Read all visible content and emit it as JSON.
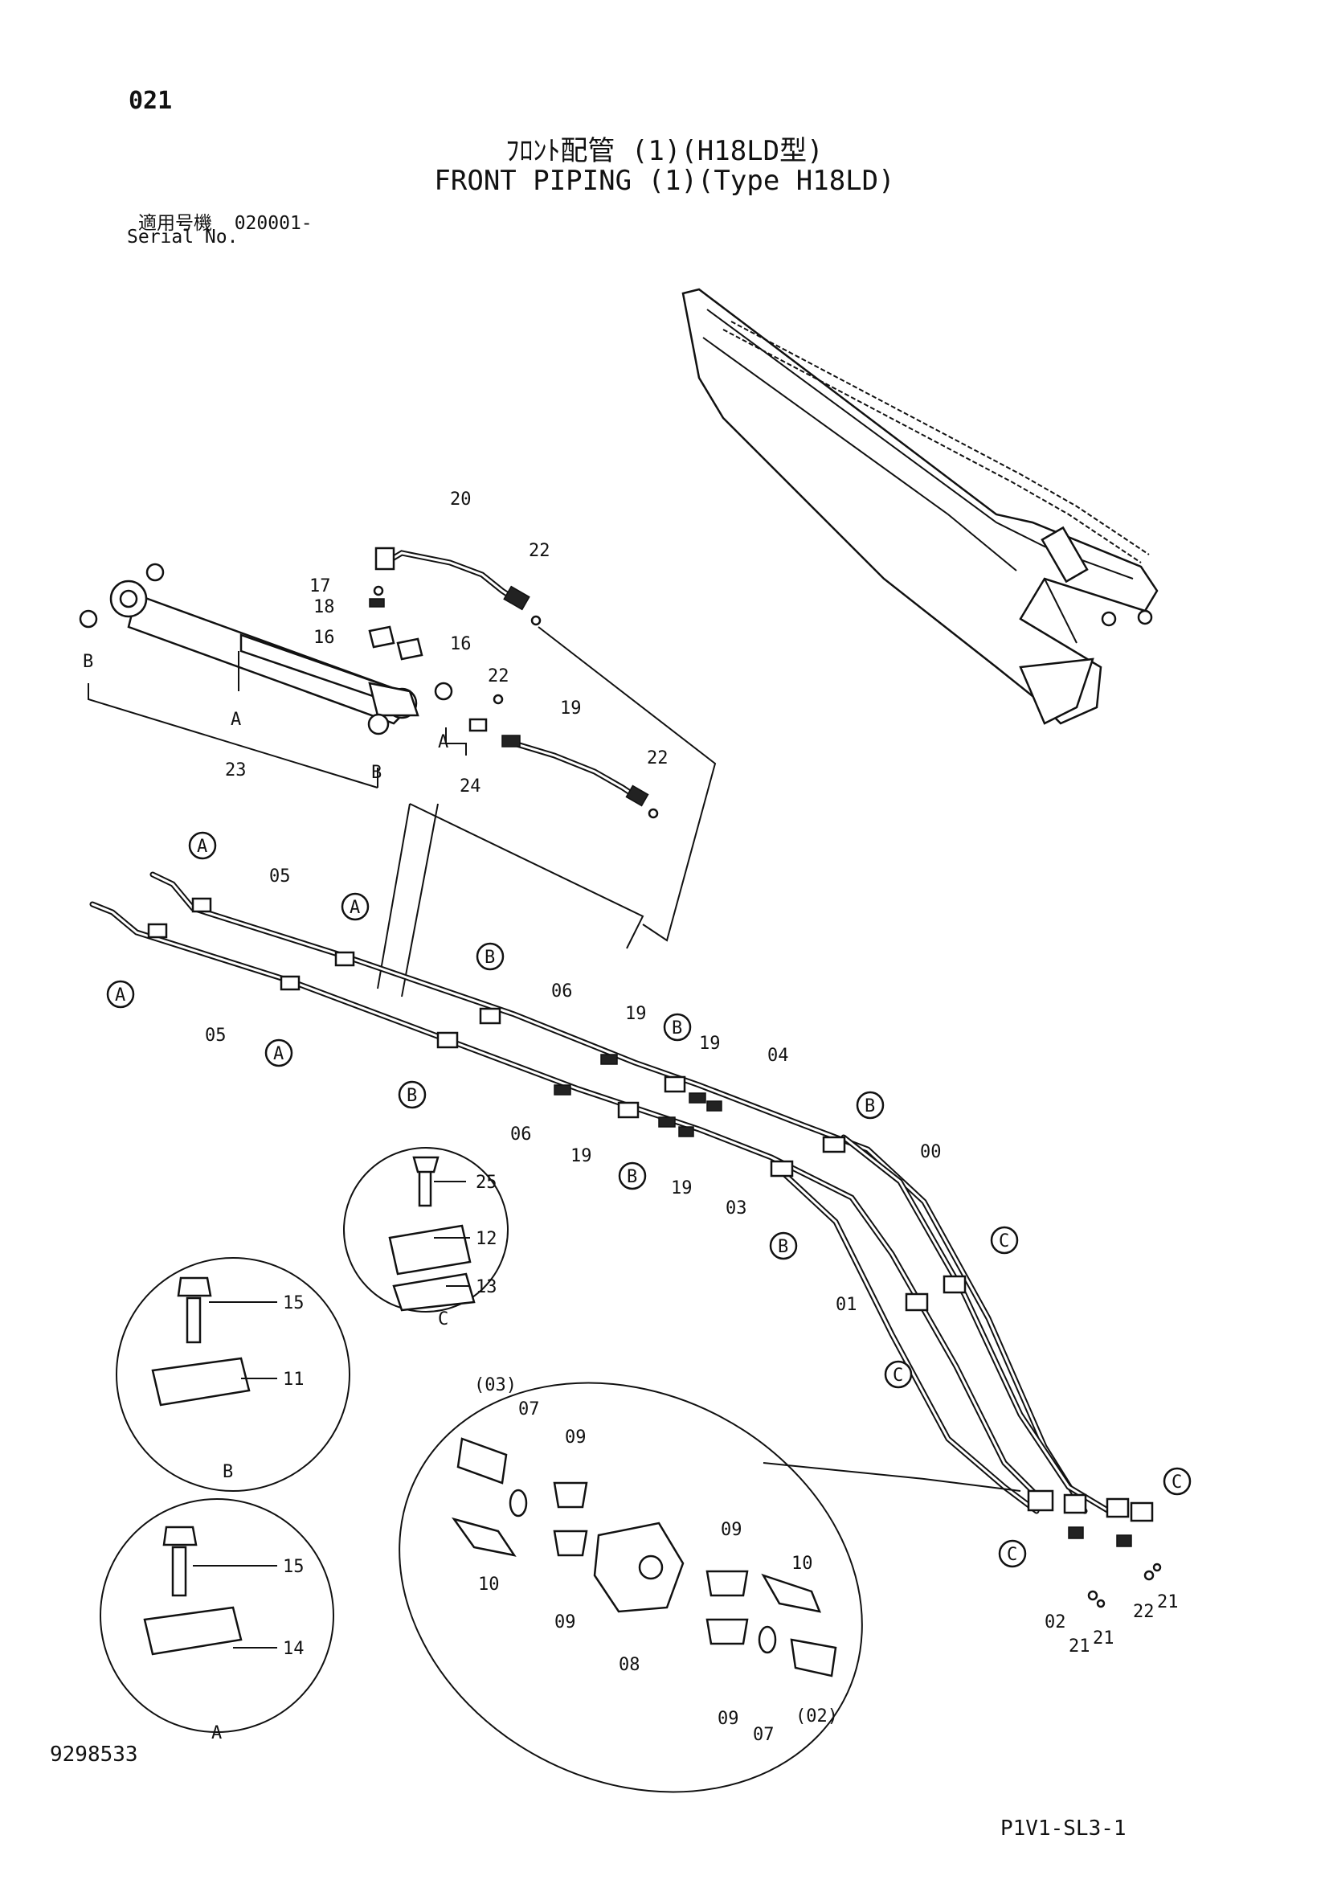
{
  "header": {
    "page_number": "021",
    "title_jp": "ﾌﾛﾝﾄ配管 (1)(H18LD型)",
    "title_en": "FRONT PIPING (1)(Type H18LD)",
    "serial_label_jp": "適用号機",
    "serial_value": "020001-",
    "serial_label_en": "Serial No."
  },
  "footer": {
    "doc_code": "9298533",
    "page_code": "P1V1-SL3-1"
  },
  "callouts": {
    "c00": "00",
    "c01": "01",
    "c02": "02",
    "c03": "03",
    "c04": "04",
    "c05a": "05",
    "c05b": "05",
    "c06a": "06",
    "c06b": "06",
    "c07a": "07",
    "c07b": "07",
    "c08": "08",
    "c09a": "09",
    "c09b": "09",
    "c09c": "09",
    "c09d": "09",
    "c10a": "10",
    "c10b": "10",
    "c11": "11",
    "c12": "12",
    "c13": "13",
    "c14": "14",
    "c15a": "15",
    "c15b": "15",
    "c16a": "16",
    "c16b": "16",
    "c17": "17",
    "c18": "18",
    "c19a": "19",
    "c19b": "19",
    "c19c": "19",
    "c19d": "19",
    "c19e": "19",
    "c20": "20",
    "c21a": "21",
    "c21b": "21",
    "c21c": "21",
    "c22a": "22",
    "c22b": "22",
    "c22c": "22",
    "c22d": "22",
    "c23": "23",
    "c24": "24",
    "c25": "25",
    "c03p": "(03)",
    "c02p": "(02)"
  },
  "markers": {
    "a": "A",
    "b": "B",
    "c": "C"
  }
}
